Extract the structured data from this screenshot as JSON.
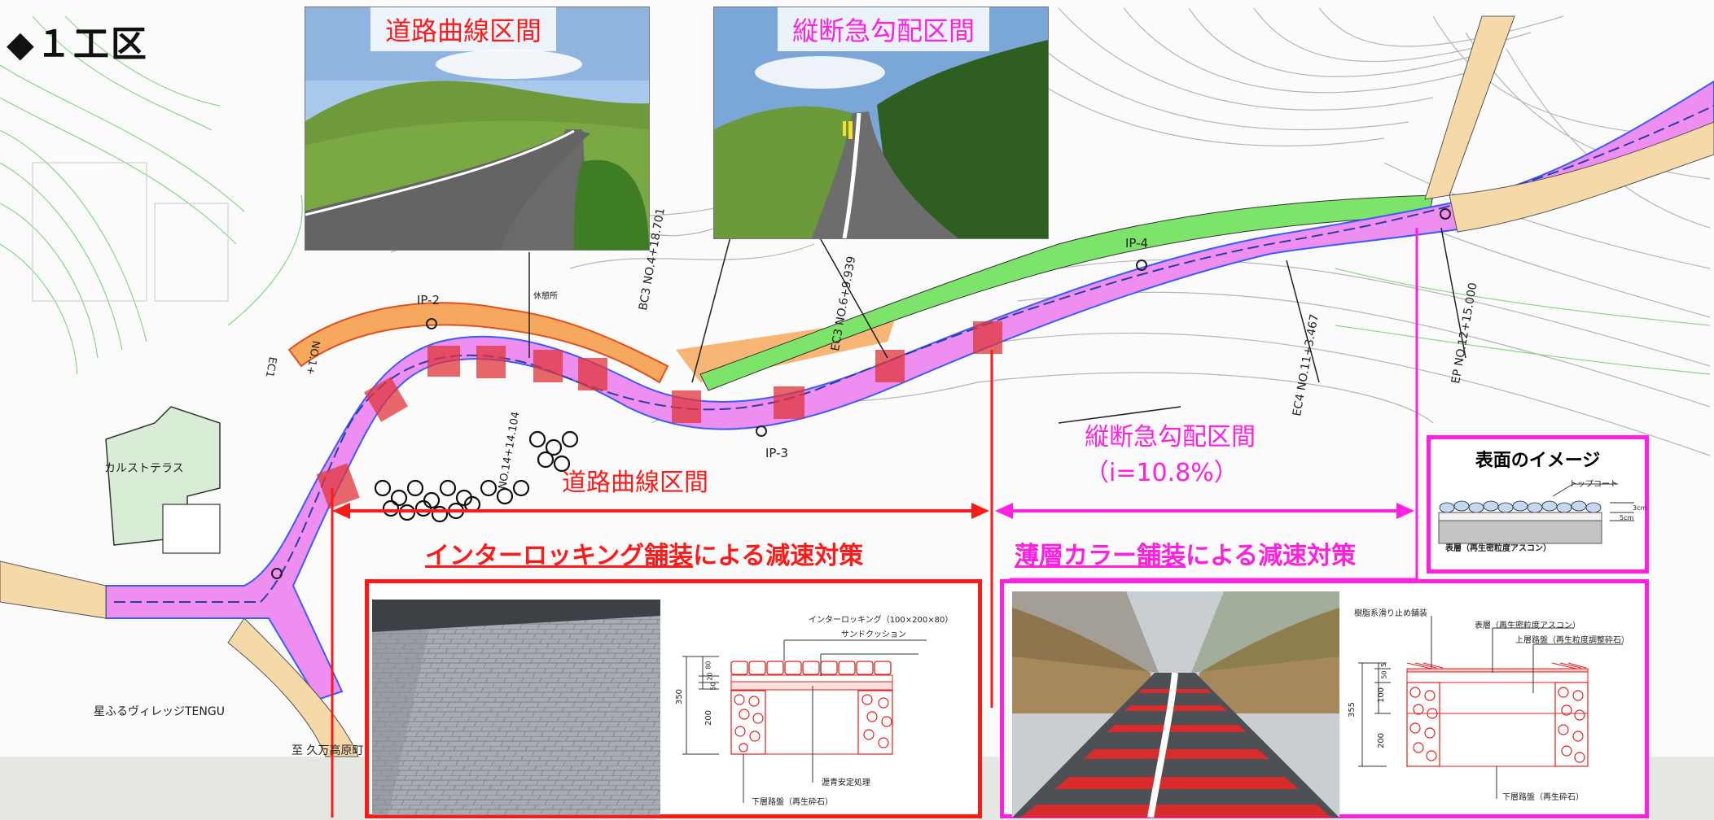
{
  "header": {
    "title": "◆１工区"
  },
  "photos": {
    "curve": {
      "label": "道路曲線区間"
    },
    "slope": {
      "label": "縦断急勾配区間"
    }
  },
  "map": {
    "ip_labels": [
      "IP-2",
      "IP-3",
      "IP-4"
    ],
    "stations": [
      "BC3 NO.4+18.701",
      "EC3 NO.6+9.939",
      "EC4 NO.11+3.467",
      "EP NO.12+15.000",
      "EC1",
      "NO.14+14.104",
      "NO.1+"
    ],
    "place_labels": {
      "karst_terrace": "カルストテラス",
      "village": "星ふるヴィレッジTENGU",
      "to_kuma": "至 久万高原町",
      "rest": "休憩所"
    },
    "section_curve": "道路曲線区間",
    "section_slope": "縦断急勾配区間",
    "section_slope_grade": "（i=10.8%）"
  },
  "measures": {
    "interlocking": {
      "underlined": "インターロッキング舗装",
      "rest": "による減速対策"
    },
    "thin_color": {
      "underlined": "薄層カラー舗装",
      "rest": "による減速対策"
    }
  },
  "surface_image": {
    "title": "表面のイメージ",
    "topcoat": "トップコート",
    "base": "表層（再生密粒度アスコン）",
    "dim_a": "3cm",
    "dim_b": "5cm"
  },
  "section_interlocking": {
    "top_label": "インターロッキング（100×200×80）",
    "sand_cushion": "サンドクッション",
    "asphalt_treat": "瀝青安定処理",
    "subbase": "下層路盤（再生砕石）",
    "dims": {
      "total": "350",
      "d80": "80",
      "d20": "20",
      "d50": "50",
      "d200": "200"
    }
  },
  "section_thin": {
    "resin": "樹脂系滑り止め舗装",
    "surface": "表層（再生密粒度アスコン）",
    "upper_base": "上層路盤（再生粒度調整砕石）",
    "lower_base": "下層路盤（再生砕石）",
    "dims": {
      "total": "355",
      "d5": "5",
      "d50": "50",
      "d100": "100",
      "d200": "200"
    }
  },
  "colors": {
    "red": "#ff1a1a",
    "magenta": "#ff20e0",
    "road_pink": "#ee8ef0",
    "slope_green": "#7ce46a",
    "orange": "#f6a85e",
    "contour": "#9a9a9a"
  }
}
